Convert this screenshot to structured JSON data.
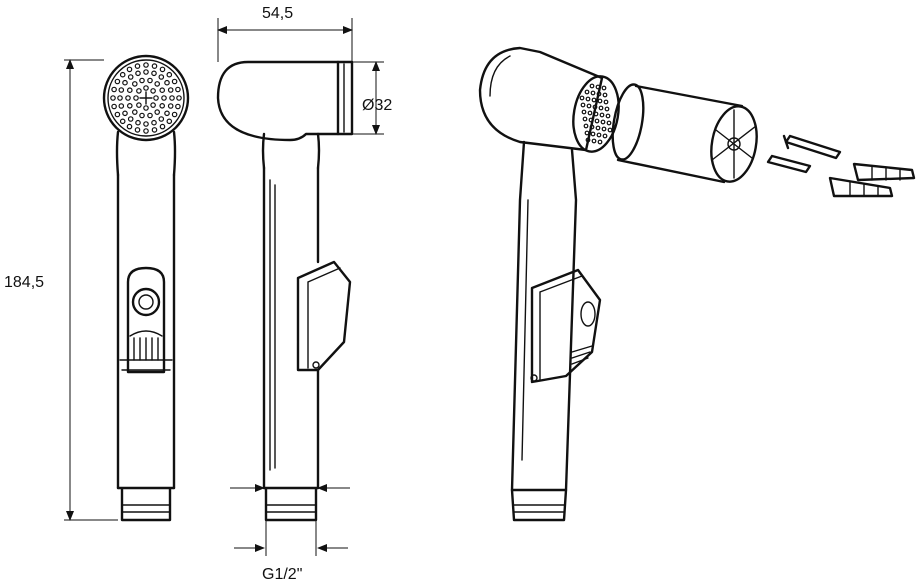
{
  "dimensions": {
    "length": "184,5",
    "width": "54,5",
    "diameter": "Ø32",
    "thread": "G1/2\""
  }
}
